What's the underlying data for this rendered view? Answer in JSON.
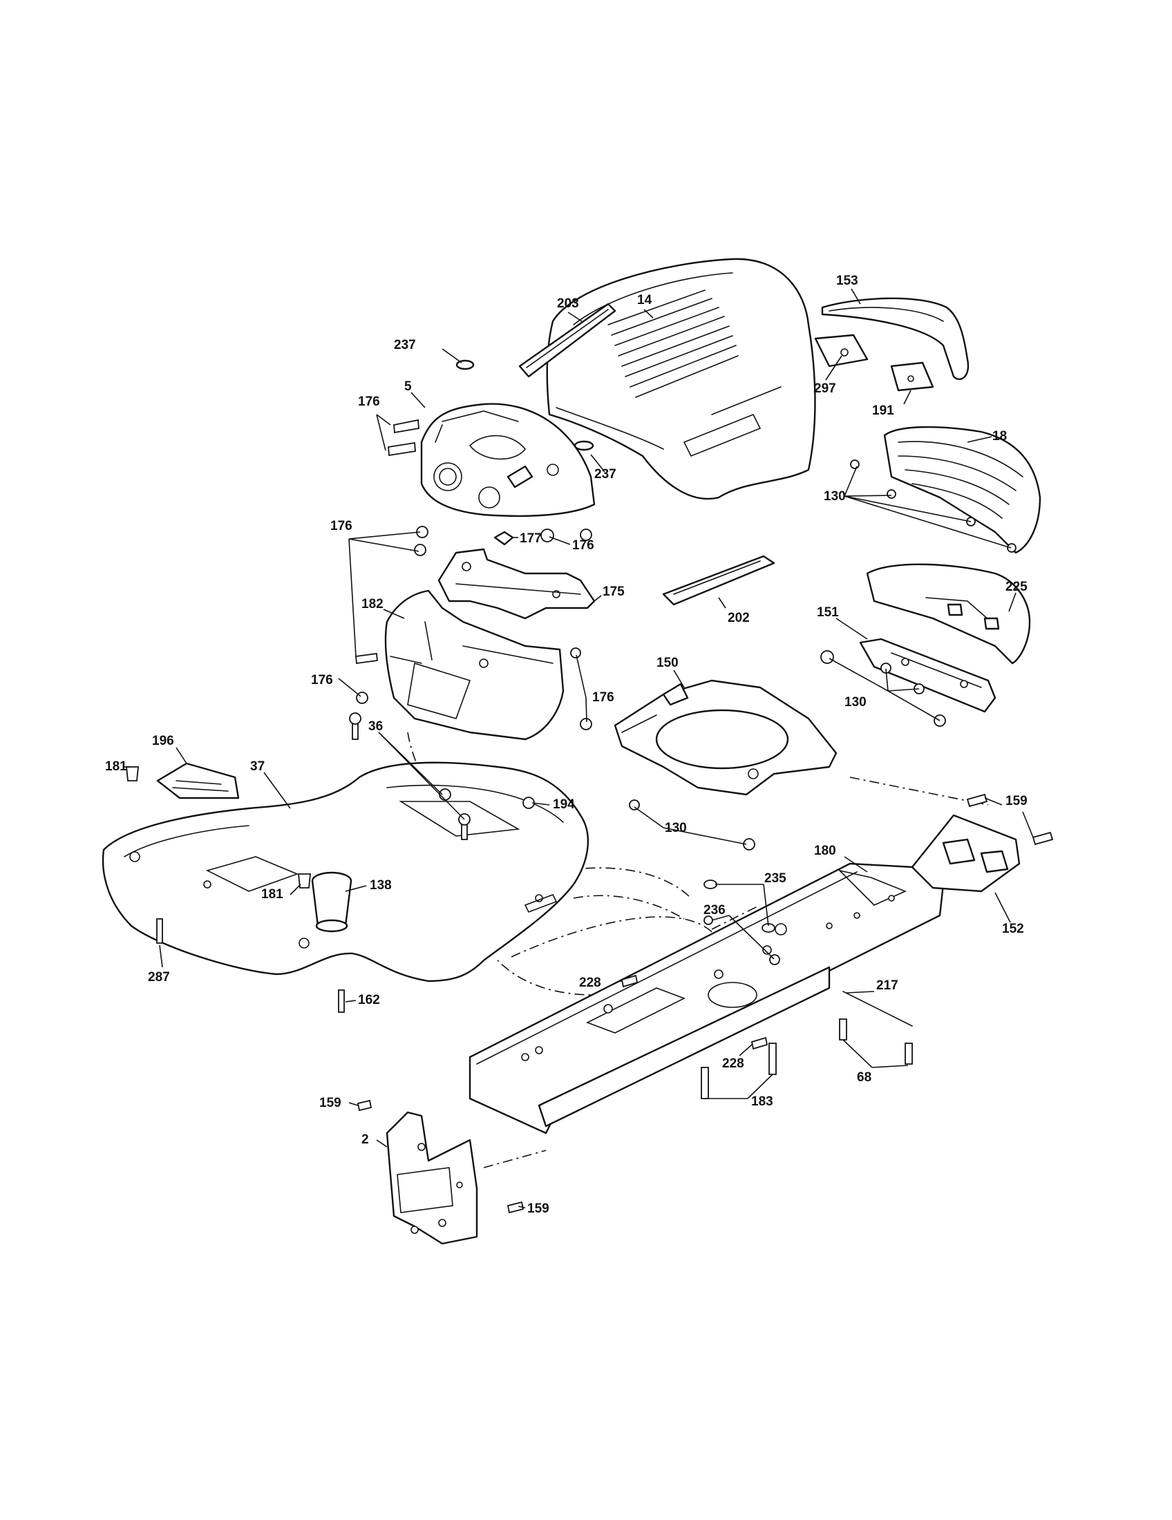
{
  "diagram": {
    "type": "exploded-parts-diagram",
    "callouts": [
      {
        "id": "c-203",
        "label": "203"
      },
      {
        "id": "c-14",
        "label": "14"
      },
      {
        "id": "c-153",
        "label": "153"
      },
      {
        "id": "c-237a",
        "label": "237"
      },
      {
        "id": "c-297",
        "label": "297"
      },
      {
        "id": "c-191",
        "label": "191"
      },
      {
        "id": "c-5",
        "label": "5"
      },
      {
        "id": "c-176a",
        "label": "176"
      },
      {
        "id": "c-237b",
        "label": "237"
      },
      {
        "id": "c-18",
        "label": "18"
      },
      {
        "id": "c-130a",
        "label": "130"
      },
      {
        "id": "c-176b",
        "label": "176"
      },
      {
        "id": "c-176c",
        "label": "176"
      },
      {
        "id": "c-177",
        "label": "177"
      },
      {
        "id": "c-175",
        "label": "175"
      },
      {
        "id": "c-182",
        "label": "182"
      },
      {
        "id": "c-202",
        "label": "202"
      },
      {
        "id": "c-225",
        "label": "225"
      },
      {
        "id": "c-151",
        "label": "151"
      },
      {
        "id": "c-150",
        "label": "150"
      },
      {
        "id": "c-130b",
        "label": "130"
      },
      {
        "id": "c-176d",
        "label": "176"
      },
      {
        "id": "c-36",
        "label": "36"
      },
      {
        "id": "c-176e",
        "label": "176"
      },
      {
        "id": "c-196",
        "label": "196"
      },
      {
        "id": "c-181a",
        "label": "181"
      },
      {
        "id": "c-37",
        "label": "37"
      },
      {
        "id": "c-194",
        "label": "194"
      },
      {
        "id": "c-130c",
        "label": "130"
      },
      {
        "id": "c-159a",
        "label": "159"
      },
      {
        "id": "c-180",
        "label": "180"
      },
      {
        "id": "c-138",
        "label": "138"
      },
      {
        "id": "c-181b",
        "label": "181"
      },
      {
        "id": "c-235",
        "label": "235"
      },
      {
        "id": "c-236",
        "label": "236"
      },
      {
        "id": "c-152",
        "label": "152"
      },
      {
        "id": "c-287",
        "label": "287"
      },
      {
        "id": "c-228a",
        "label": "228"
      },
      {
        "id": "c-217",
        "label": "217"
      },
      {
        "id": "c-162",
        "label": "162"
      },
      {
        "id": "c-228b",
        "label": "228"
      },
      {
        "id": "c-68",
        "label": "68"
      },
      {
        "id": "c-159b",
        "label": "159"
      },
      {
        "id": "c-183",
        "label": "183"
      },
      {
        "id": "c-2",
        "label": "2"
      },
      {
        "id": "c-159c",
        "label": "159"
      }
    ]
  }
}
